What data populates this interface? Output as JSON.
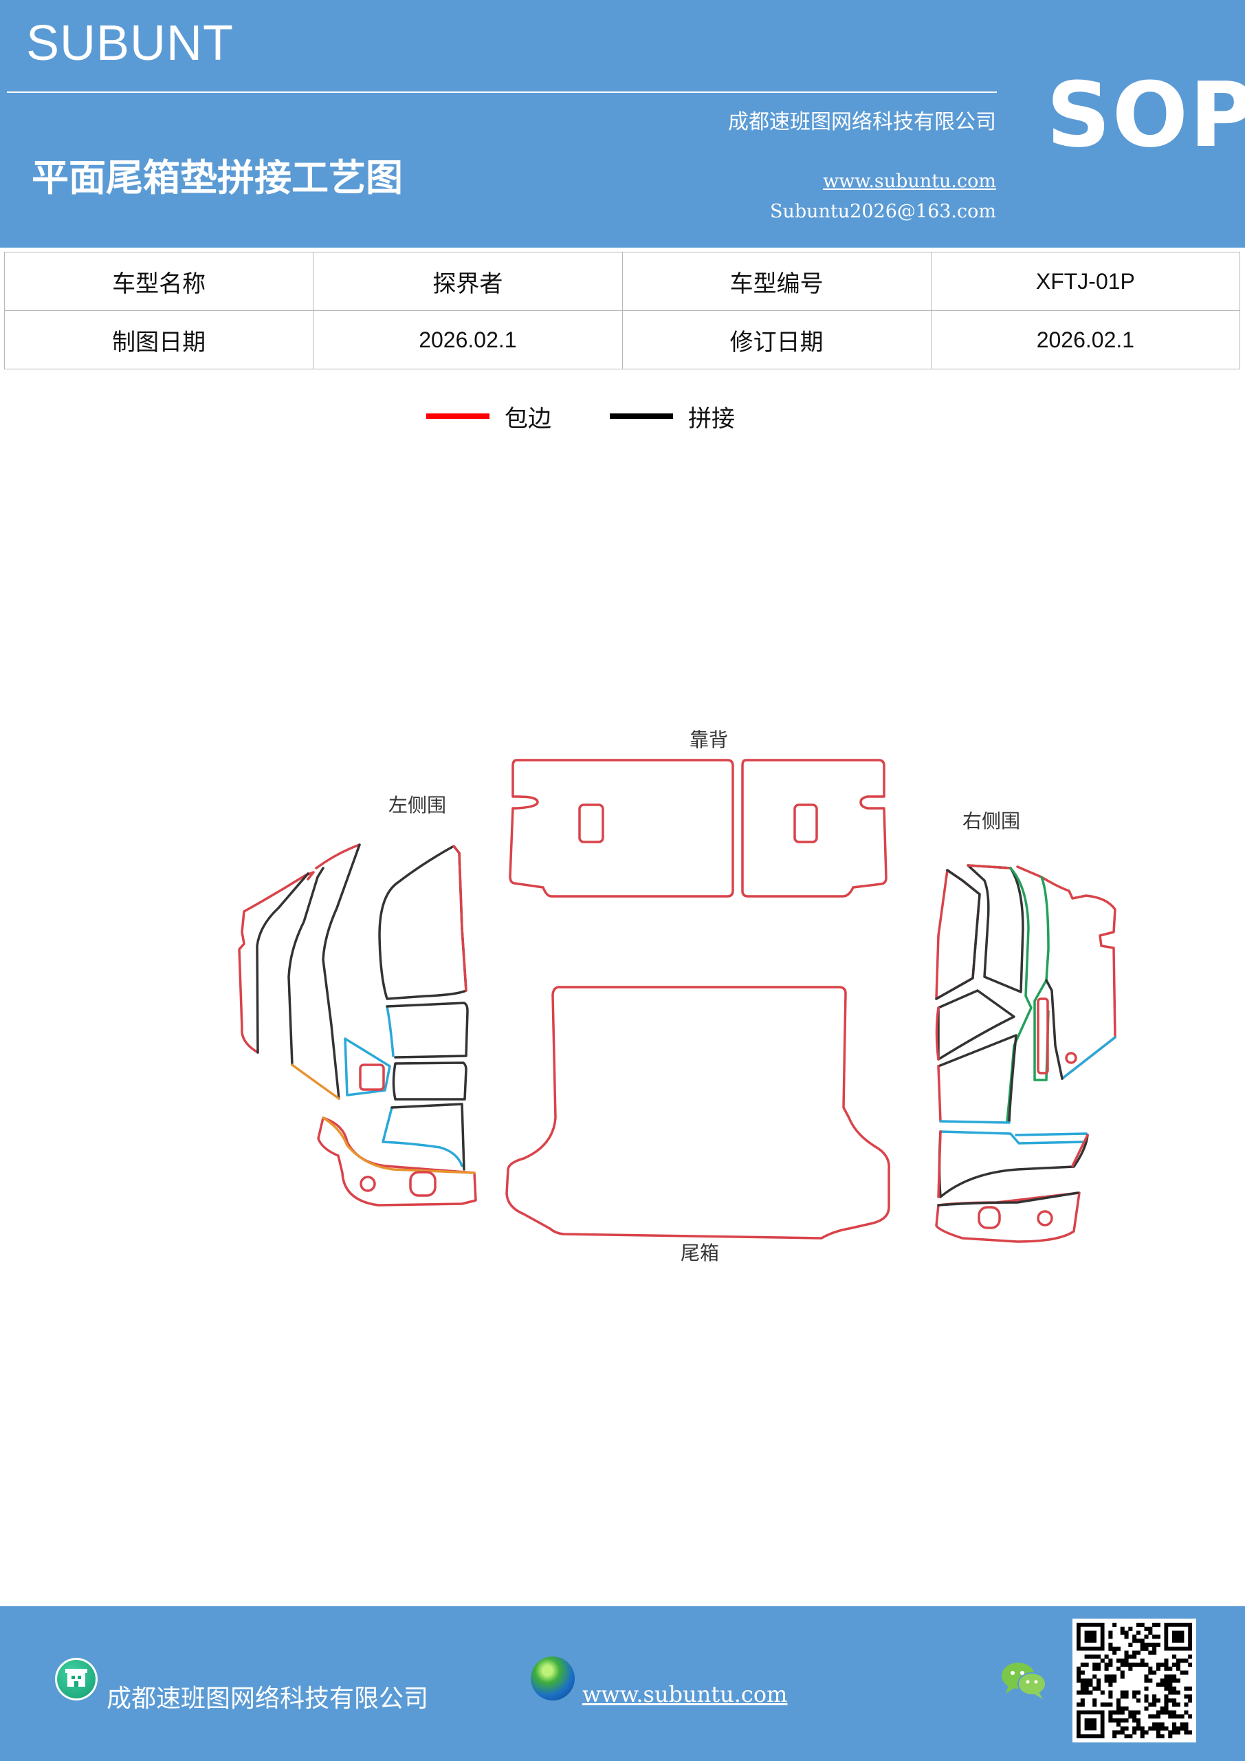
{
  "header": {
    "brand": "SUBUNT",
    "company": "成都速班图网络科技有限公司",
    "title": "平面尾箱垫拼接工艺图",
    "website": "www.subuntu.com",
    "email": "Subuntu2026@163.com",
    "badge": "SOP"
  },
  "info_table": {
    "row1": {
      "label1": "车型名称",
      "value1": "探界者",
      "label2": "车型编号",
      "value2": "XFTJ-01P"
    },
    "row2": {
      "label1": "制图日期",
      "value1": "2026.02.1",
      "label2": "修订日期",
      "value2": "2026.02.1"
    }
  },
  "legend": {
    "items": [
      {
        "label": "包边",
        "color": "#ff0000"
      },
      {
        "label": "拼接",
        "color": "#000000"
      }
    ]
  },
  "diagram": {
    "labels": {
      "backrest": "靠背",
      "left_side": "左侧围",
      "right_side": "右侧围",
      "trunk": "尾箱"
    },
    "colors": {
      "edge_binding": "#d9434a",
      "seam": "#333333",
      "blue": "#2aa8d8",
      "orange": "#e8932e",
      "green": "#23a05a"
    }
  },
  "footer": {
    "company": "成都速班图网络科技有限公司",
    "website": "www.subuntu.com",
    "icons": [
      "building-icon",
      "globe-icon",
      "wechat-icon",
      "qr-code"
    ]
  }
}
